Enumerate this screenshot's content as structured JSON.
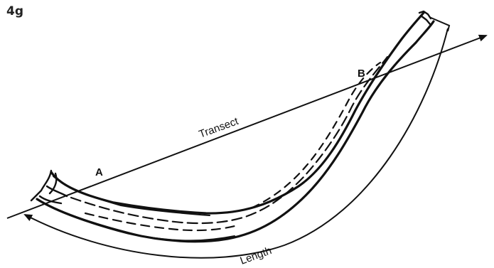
{
  "figure_label": "4g",
  "labels": {
    "point_a": "A",
    "point_b": "B",
    "transect": "Transect",
    "length": "Length"
  },
  "colors": {
    "ink": "#111111",
    "background": "#ffffff"
  }
}
